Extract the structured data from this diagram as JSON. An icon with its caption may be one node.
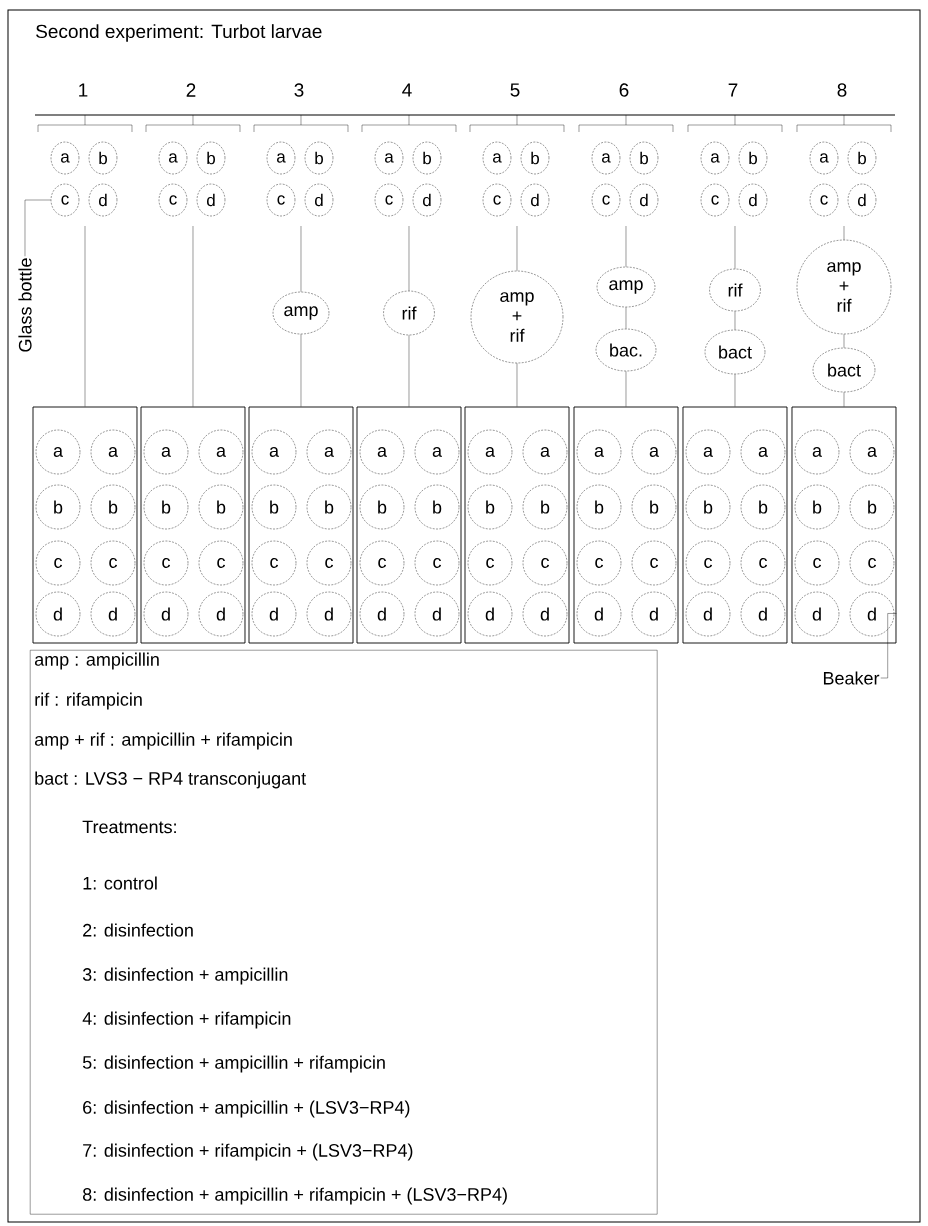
{
  "diagram": {
    "title": "Second experiment: Turbot larvae",
    "nodes": [
      {
        "text": [
          "a"
        ]
      },
      {
        "text": [
          "b"
        ]
      },
      {
        "text": [
          "c"
        ]
      },
      {
        "text": [
          "d"
        ]
      },
      {
        "text": [
          "a"
        ]
      },
      {
        "text": [
          "b"
        ]
      },
      {
        "text": [
          "c"
        ]
      },
      {
        "text": [
          "d"
        ]
      },
      {
        "text": [
          "a"
        ]
      },
      {
        "text": [
          "b"
        ]
      },
      {
        "text": [
          "c"
        ]
      },
      {
        "text": [
          "d"
        ]
      },
      {
        "text": [
          "amp"
        ]
      },
      {
        "text": [
          "a"
        ]
      },
      {
        "text": [
          "b"
        ]
      },
      {
        "text": [
          "c"
        ]
      },
      {
        "text": [
          "d"
        ]
      },
      {
        "text": [
          "rif"
        ]
      },
      {
        "text": [
          "a"
        ]
      },
      {
        "text": [
          "b"
        ]
      },
      {
        "text": [
          "c"
        ]
      },
      {
        "text": [
          "d"
        ]
      },
      {
        "text": [
          "amp + rif"
        ]
      },
      {
        "text": [
          "a"
        ]
      },
      {
        "text": [
          "b"
        ]
      },
      {
        "text": [
          "c"
        ]
      },
      {
        "text": [
          "d"
        ]
      },
      {
        "text": [
          "amp"
        ]
      },
      {
        "text": [
          "bac."
        ]
      },
      {
        "text": [
          "a"
        ]
      },
      {
        "text": [
          "b"
        ]
      },
      {
        "text": [
          "c"
        ]
      },
      {
        "text": [
          "d"
        ]
      },
      {
        "text": [
          "rif"
        ]
      },
      {
        "text": [
          "bact"
        ]
      },
      {
        "text": [
          "a"
        ]
      },
      {
        "text": [
          "b"
        ]
      },
      {
        "text": [
          "c"
        ]
      },
      {
        "text": [
          "d"
        ]
      },
      {
        "text": [
          "amp + rif"
        ]
      },
      {
        "text": [
          "bact"
        ]
      },
      {
        "text": [],
        "shape": "box"
      },
      {
        "text": [
          "a"
        ],
        "in": 41
      },
      {
        "text": [
          "a"
        ],
        "in": 41
      },
      {
        "text": [
          "b"
        ],
        "in": 41
      },
      {
        "text": [
          "b"
        ],
        "in": 41
      },
      {
        "text": [
          "c"
        ],
        "in": 41
      },
      {
        "text": [
          "c"
        ],
        "in": 41
      },
      {
        "text": [
          "d"
        ],
        "in": 41
      },
      {
        "text": [
          "d"
        ],
        "in": 41
      },
      {
        "text": [],
        "shape": "box"
      },
      {
        "text": [
          "a"
        ],
        "in": 50
      },
      {
        "text": [
          "a"
        ],
        "in": 50
      },
      {
        "text": [
          "b"
        ],
        "in": 50
      },
      {
        "text": [
          "b"
        ],
        "in": 50
      },
      {
        "text": [
          "c"
        ],
        "in": 50
      },
      {
        "text": [
          "c"
        ],
        "in": 50
      },
      {
        "text": [
          "d"
        ],
        "in": 50
      },
      {
        "text": [
          "d"
        ],
        "in": 50
      },
      {
        "text": [],
        "shape": "box"
      },
      {
        "text": [
          "a"
        ],
        "in": 59
      },
      {
        "text": [
          "a"
        ],
        "in": 59
      },
      {
        "text": [
          "b"
        ],
        "in": 59
      },
      {
        "text": [
          "b"
        ],
        "in": 59
      },
      {
        "text": [
          "c"
        ],
        "in": 59
      },
      {
        "text": [
          "c"
        ],
        "in": 59
      },
      {
        "text": [
          "d"
        ],
        "in": 59
      },
      {
        "text": [
          "d"
        ],
        "in": 59
      },
      {
        "text": [],
        "shape": "box"
      },
      {
        "text": [
          "a"
        ],
        "in": 68
      },
      {
        "text": [
          "a"
        ],
        "in": 68
      },
      {
        "text": [
          "b"
        ],
        "in": 68
      },
      {
        "text": [
          "b"
        ],
        "in": 68
      },
      {
        "text": [
          "c"
        ],
        "in": 68
      },
      {
        "text": [
          "c"
        ],
        "in": 68
      },
      {
        "text": [
          "d"
        ],
        "in": 68
      },
      {
        "text": [
          "d"
        ],
        "in": 68
      },
      {
        "text": [],
        "shape": "box"
      },
      {
        "text": [
          "a"
        ],
        "in": 77
      },
      {
        "text": [
          "a"
        ],
        "in": 77
      },
      {
        "text": [
          "b"
        ],
        "in": 77
      },
      {
        "text": [
          "b"
        ],
        "in": 77
      },
      {
        "text": [
          "c"
        ],
        "in": 77
      },
      {
        "text": [
          "c"
        ],
        "in": 77
      },
      {
        "text": [
          "d"
        ],
        "in": 77
      },
      {
        "text": [
          "d"
        ],
        "in": 77
      },
      {
        "text": [],
        "shape": "box"
      },
      {
        "text": [
          "a"
        ],
        "in": 86
      },
      {
        "text": [
          "a"
        ],
        "in": 86
      },
      {
        "text": [
          "b"
        ],
        "in": 86
      },
      {
        "text": [
          "b"
        ],
        "in": 86
      },
      {
        "text": [
          "c"
        ],
        "in": 86
      },
      {
        "text": [
          "c"
        ],
        "in": 86
      },
      {
        "text": [
          "d"
        ],
        "in": 86
      },
      {
        "text": [
          "d"
        ],
        "in": 86
      },
      {
        "text": [],
        "shape": "box"
      },
      {
        "text": [
          "a"
        ],
        "in": 95
      },
      {
        "text": [
          "a"
        ],
        "in": 95
      },
      {
        "text": [
          "b"
        ],
        "in": 95
      },
      {
        "text": [
          "b"
        ],
        "in": 95
      },
      {
        "text": [
          "c"
        ],
        "in": 95
      },
      {
        "text": [
          "c"
        ],
        "in": 95
      },
      {
        "text": [
          "d"
        ],
        "in": 95
      },
      {
        "text": [
          "d"
        ],
        "in": 95
      },
      {
        "text": [],
        "shape": "box"
      },
      {
        "text": [
          "a"
        ],
        "in": 104
      },
      {
        "text": [
          "a"
        ],
        "in": 104
      },
      {
        "text": [
          "b"
        ],
        "in": 104
      },
      {
        "text": [
          "b"
        ],
        "in": 104
      },
      {
        "text": [
          "c"
        ],
        "in": 104
      },
      {
        "text": [
          "c"
        ],
        "in": 104
      },
      {
        "text": [
          "d"
        ],
        "in": 104
      },
      {
        "text": [
          "d"
        ],
        "in": 104
      },
      {
        "text": [
          "Glass bottle"
        ]
      },
      {
        "text": [
          "Beaker"
        ]
      },
      {
        "text": [
          "amp : ampicillin",
          "rif : rifampicin",
          "amp + rif : ampicillin + rifampicin",
          "bact : LVS3 − RP4 transconjugant",
          "Treatments:",
          "1: control",
          "2: disinfection",
          "3: disinfection + ampicillin",
          "4: disinfection + rifampicin",
          "5: disinfection + ampicillin + rifampicin",
          "6: disinfection + ampicillin + (LSV3−RP4)",
          "7: disinfection + rifampicin + (LSV3−RP4)",
          "8: disinfection + ampicillin + rifampicin + (LSV3−RP4)"
        ]
      }
    ],
    "edges": [
      {
        "from": null,
        "to": 41,
        "arrow": "none"
      },
      {
        "from": null,
        "to": 50,
        "arrow": "none"
      },
      {
        "from": null,
        "to": 12,
        "arrow": "none"
      },
      {
        "from": 12,
        "to": 59,
        "arrow": "none"
      },
      {
        "from": null,
        "to": 17,
        "arrow": "none"
      },
      {
        "from": 17,
        "to": 68,
        "arrow": "none"
      },
      {
        "from": null,
        "to": 22,
        "arrow": "none"
      },
      {
        "from": 22,
        "to": 77,
        "arrow": "none"
      },
      {
        "from": null,
        "to": 27,
        "arrow": "none"
      },
      {
        "from": 27,
        "to": 28,
        "arrow": "none"
      },
      {
        "from": 28,
        "to": 86,
        "arrow": "none"
      },
      {
        "from": null,
        "to": 33,
        "arrow": "none"
      },
      {
        "from": 33,
        "to": 34,
        "arrow": "none"
      },
      {
        "from": 34,
        "to": 95,
        "arrow": "none"
      },
      {
        "from": null,
        "to": 39,
        "arrow": "none"
      },
      {
        "from": 39,
        "to": 40,
        "arrow": "none"
      },
      {
        "from": 40,
        "to": 104,
        "arrow": "none"
      },
      {
        "from": 113,
        "to": 2,
        "arrow": "none"
      },
      {
        "from": 114,
        "to": 104,
        "arrow": "none"
      }
    ],
    "labels": [
      "1",
      "2",
      "3",
      "4",
      "5",
      "6",
      "7",
      "8"
    ]
  }
}
